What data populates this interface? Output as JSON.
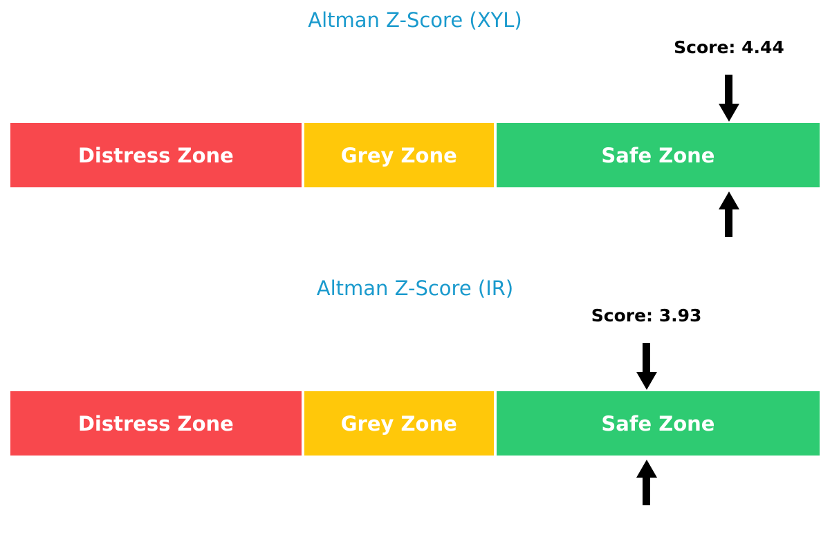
{
  "page": {
    "background": "#ffffff"
  },
  "colors": {
    "title_text": "#1a9acd",
    "score_text": "#000000",
    "arrow": "#000000",
    "zone_label_text": "#ffffff",
    "distress": "#f8484d",
    "grey": "#ffc80a",
    "safe": "#2ecb72"
  },
  "chart_data": [
    {
      "type": "zone-bar",
      "title": "Altman Z-Score (XYL)",
      "score": 4.44,
      "score_label": "Score: 4.44",
      "axis_range": [
        0,
        5
      ],
      "grid": false,
      "legend": "none",
      "zones": [
        {
          "label": "Distress Zone",
          "color": "#f8484d",
          "range": [
            0,
            1.81
          ]
        },
        {
          "label": "Grey Zone",
          "color": "#ffc80a",
          "range": [
            1.81,
            2.99
          ]
        },
        {
          "label": "Safe Zone",
          "color": "#2ecb72",
          "range": [
            2.99,
            5
          ]
        }
      ],
      "annotations": [
        {
          "text": "Score: 4.44",
          "arrow": "down",
          "points_to": 4.44
        },
        {
          "arrow": "up",
          "points_to": 4.44
        }
      ]
    },
    {
      "type": "zone-bar",
      "title": "Altman Z-Score (IR)",
      "score": 3.93,
      "score_label": "Score: 3.93",
      "axis_range": [
        0,
        5
      ],
      "grid": false,
      "legend": "none",
      "zones": [
        {
          "label": "Distress Zone",
          "color": "#f8484d",
          "range": [
            0,
            1.81
          ]
        },
        {
          "label": "Grey Zone",
          "color": "#ffc80a",
          "range": [
            1.81,
            2.99
          ]
        },
        {
          "label": "Safe Zone",
          "color": "#2ecb72",
          "range": [
            2.99,
            5
          ]
        }
      ],
      "annotations": [
        {
          "text": "Score: 3.93",
          "arrow": "down",
          "points_to": 3.93
        },
        {
          "arrow": "up",
          "points_to": 3.93
        }
      ]
    }
  ]
}
